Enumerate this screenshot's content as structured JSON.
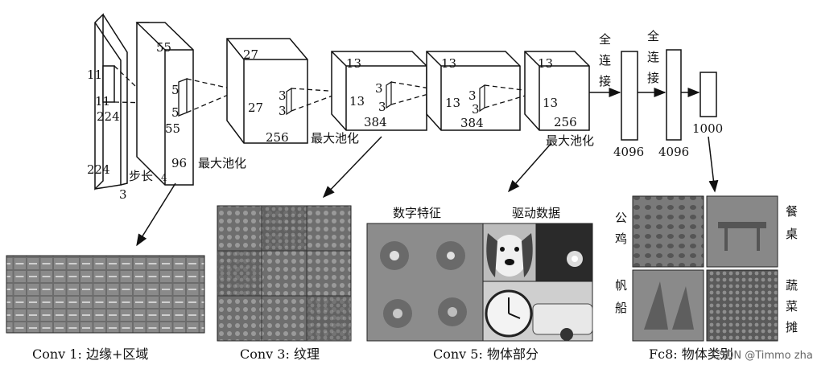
{
  "input": {
    "side_label_top": "11",
    "side_label_mid": "11",
    "dim_w": "224",
    "dim_h": "224",
    "depth": "3"
  },
  "stride": {
    "label": "步长",
    "value": "4"
  },
  "conv1": {
    "dim": "55",
    "dim2": "55",
    "depth": "96",
    "k1": "5",
    "k2": "5"
  },
  "conv2": {
    "dim": "27",
    "dim2": "27",
    "depth": "256",
    "k1": "3",
    "k2": "3"
  },
  "conv3": {
    "dim": "13",
    "dim2": "13",
    "depth": "384",
    "k1": "3",
    "k2": "3"
  },
  "conv4": {
    "dim": "13",
    "dim2": "13",
    "depth": "384",
    "k1": "3",
    "k2": "3"
  },
  "conv5": {
    "dim": "13",
    "dim2": "13",
    "depth": "256"
  },
  "pool_label": "最大池化",
  "fc_label": "全\n连\n接",
  "fc6": {
    "units": "4096"
  },
  "fc7": {
    "units": "4096"
  },
  "fc8": {
    "units": "1000"
  },
  "panels": {
    "conv5_headers": [
      "数字特征",
      "驱动数据"
    ],
    "fc8_labels": [
      "公鸡",
      "餐桌",
      "帆船",
      "蔬菜摊"
    ]
  },
  "captions": {
    "conv1": "Conv 1: 边缘+区域",
    "conv3": "Conv 3: 纹理",
    "conv5": "Conv 5: 物体部分",
    "fc8": "Fc8: 物体类别"
  },
  "watermark": "CSDN @Timmo zhang"
}
